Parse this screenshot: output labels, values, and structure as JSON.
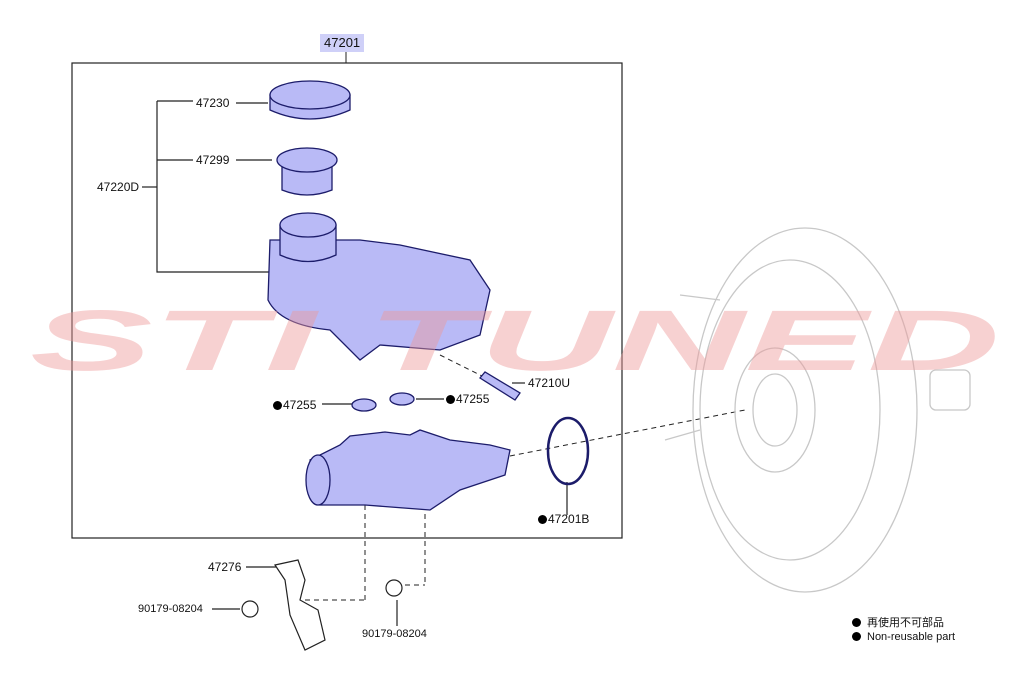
{
  "watermark": "STI TUNED",
  "colors": {
    "part_fill": "#b9baf6",
    "part_stroke": "#1c1c6a",
    "highlight": "#cfd0f8",
    "ghost": "#c8c8c8",
    "watermark": "#f4c8c8"
  },
  "labels": {
    "assembly": "47201",
    "cap": "47230",
    "strainer": "47299",
    "reservoir": "47220D",
    "pin": "47210U",
    "grommet_left": "47255",
    "grommet_right": "47255",
    "oring": "47201B",
    "bracket": "47276",
    "bolt_left": "90179-08204",
    "bolt_right": "90179-08204"
  },
  "legend": [
    {
      "marker": "filled-circle",
      "text": "再使用不可部品"
    },
    {
      "marker": "filled-circle",
      "text": "Non-reusable part"
    }
  ]
}
